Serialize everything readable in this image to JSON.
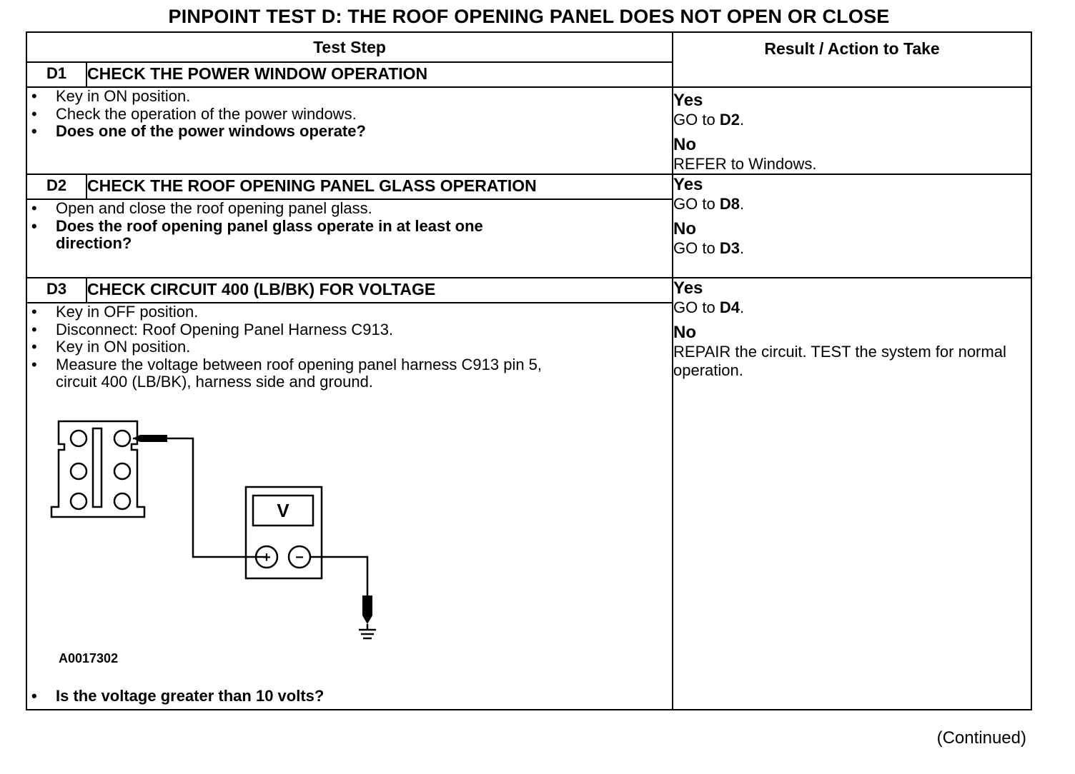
{
  "title": "PINPOINT TEST D: THE ROOF OPENING PANEL DOES NOT OPEN OR CLOSE",
  "headers": {
    "test_step": "Test Step",
    "result": "Result / Action to Take"
  },
  "steps": [
    {
      "id": "D1",
      "title": "CHECK THE POWER WINDOW OPERATION",
      "items": [
        {
          "text": "Key in ON position.",
          "question": false
        },
        {
          "text": "Check the operation of the power windows.",
          "question": false
        },
        {
          "text": "Does one of the power windows operate?",
          "question": true
        }
      ],
      "yes_label": "Yes",
      "yes_action_pre": "GO to ",
      "yes_action_ref": "D2",
      "yes_action_post": ".",
      "no_label": "No",
      "no_action": "REFER to Windows."
    },
    {
      "id": "D2",
      "title": "CHECK THE ROOF OPENING PANEL GLASS OPERATION",
      "items": [
        {
          "text": "Open and close the roof opening panel glass.",
          "question": false
        },
        {
          "text": "Does the roof opening panel glass operate in at least one direction?",
          "question": true
        }
      ],
      "yes_label": "Yes",
      "yes_action_pre": "GO to ",
      "yes_action_ref": "D8",
      "yes_action_post": ".",
      "no_label": "No",
      "no_action_pre": "GO to ",
      "no_action_ref": "D3",
      "no_action_post": "."
    },
    {
      "id": "D3",
      "title": "CHECK CIRCUIT 400 (LB/BK) FOR VOLTAGE",
      "items": [
        {
          "text": "Key in OFF position.",
          "question": false
        },
        {
          "text": "Disconnect: Roof Opening Panel Harness C913.",
          "question": false
        },
        {
          "text": "Key in ON position.",
          "question": false
        },
        {
          "text": "Measure the voltage between roof opening panel harness C913 pin 5, circuit 400 (LB/BK), harness side and ground.",
          "question": false
        }
      ],
      "figure_id": "A0017302",
      "meter_label": "V",
      "plus_symbol": "+",
      "minus_symbol": "−",
      "question": "Is the voltage greater than 10 volts?",
      "yes_label": "Yes",
      "yes_action_pre": "GO to ",
      "yes_action_ref": "D4",
      "yes_action_post": ".",
      "no_label": "No",
      "no_action": "REPAIR the circuit. TEST the system for normal operation."
    }
  ],
  "continued": "(Continued)"
}
